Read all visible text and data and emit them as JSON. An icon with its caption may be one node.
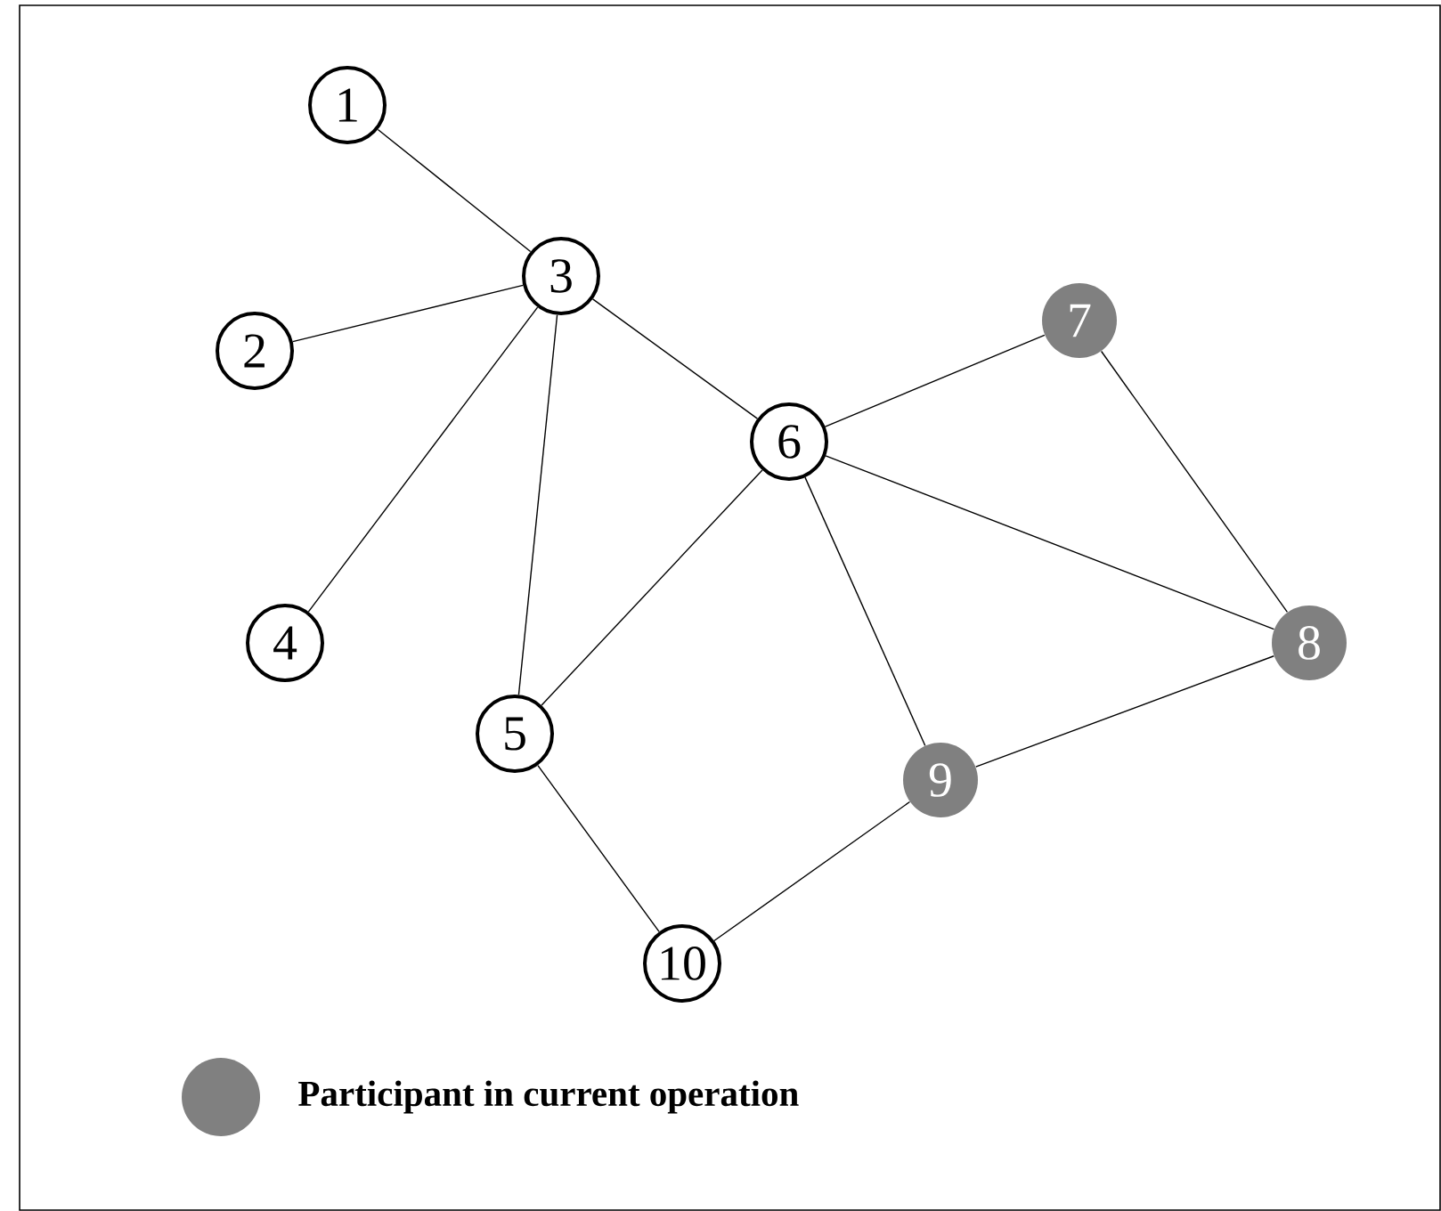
{
  "diagram": {
    "nodes": [
      {
        "text": [
          "1"
        ]
      },
      {
        "text": [
          "2"
        ]
      },
      {
        "text": [
          "3"
        ]
      },
      {
        "text": [
          "4"
        ]
      },
      {
        "text": [
          "5"
        ]
      },
      {
        "text": [
          "6"
        ]
      },
      {
        "text": [
          "7"
        ]
      },
      {
        "text": [
          "8"
        ]
      },
      {
        "text": [
          "9"
        ]
      },
      {
        "text": [
          "10"
        ]
      }
    ],
    "edges": [
      {
        "from": 0,
        "to": 2,
        "arrow": "none"
      },
      {
        "from": 1,
        "to": 2,
        "arrow": "none"
      },
      {
        "from": 2,
        "to": 3,
        "arrow": "none"
      },
      {
        "from": 2,
        "to": 4,
        "arrow": "none"
      },
      {
        "from": 2,
        "to": 5,
        "arrow": "none"
      },
      {
        "from": 5,
        "to": 4,
        "arrow": "none"
      },
      {
        "from": 5,
        "to": 6,
        "arrow": "none"
      },
      {
        "from": 5,
        "to": 7,
        "arrow": "none"
      },
      {
        "from": 5,
        "to": 8,
        "arrow": "none"
      },
      {
        "from": 6,
        "to": 7,
        "arrow": "none"
      },
      {
        "from": 7,
        "to": 8,
        "arrow": "none"
      },
      {
        "from": 8,
        "to": 9,
        "arrow": "none"
      },
      {
        "from": 4,
        "to": 9,
        "arrow": "none"
      }
    ],
    "legend": [
      {
        "text": "Participant in current operation",
        "color": "#808080"
      }
    ]
  }
}
